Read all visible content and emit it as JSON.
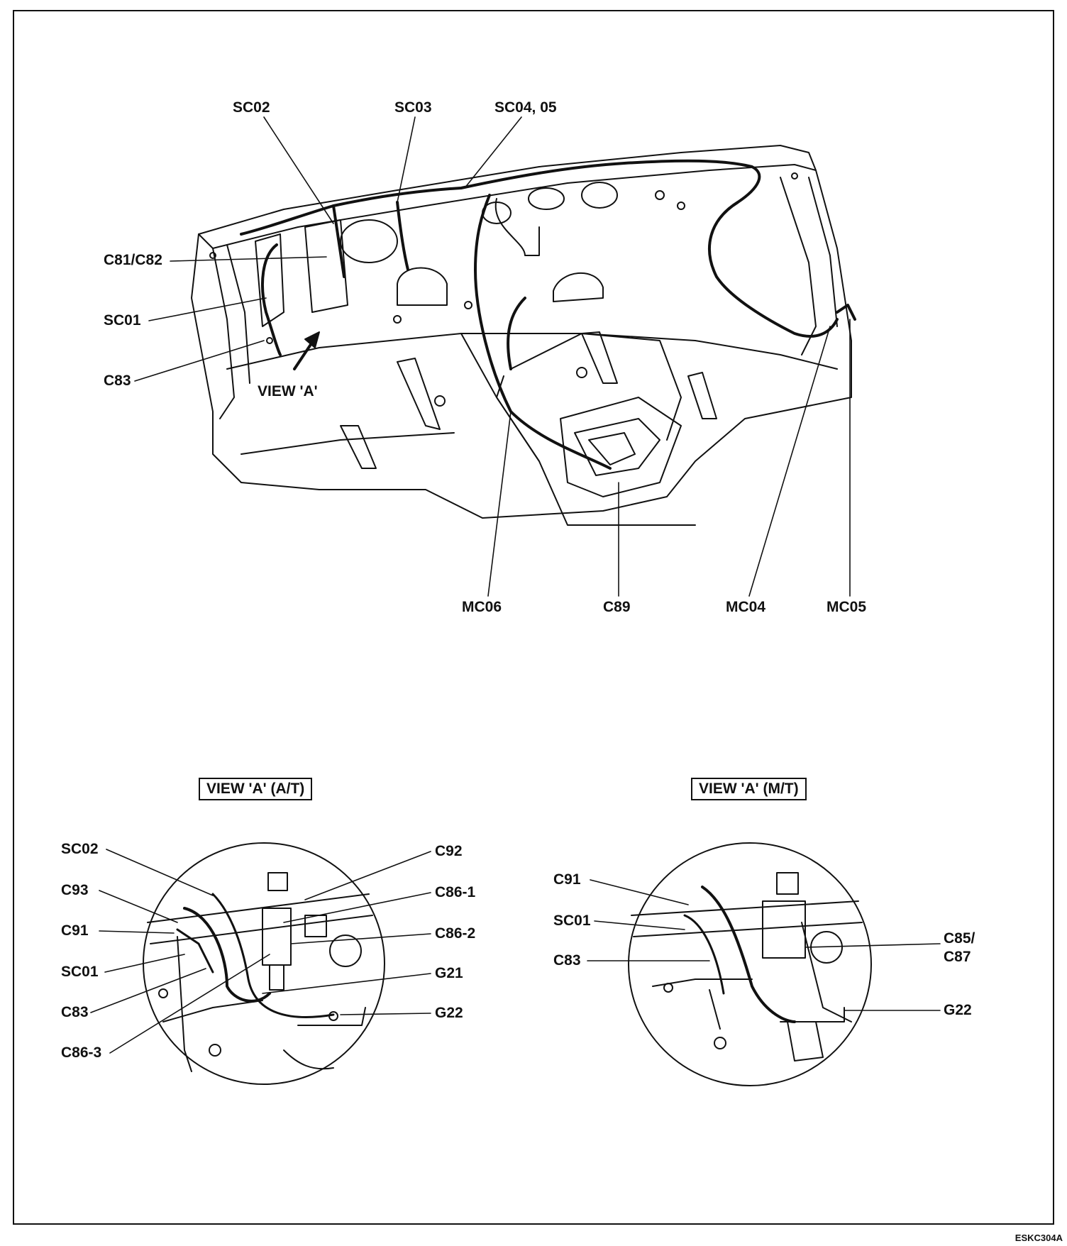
{
  "main_view": {
    "labels": {
      "sc02": "SC02",
      "sc03": "SC03",
      "sc04_05": "SC04, 05",
      "c81_c82": "C81/C82",
      "sc01": "SC01",
      "c83": "C83",
      "view_a": "VIEW 'A'",
      "mc06": "MC06",
      "c89": "C89",
      "mc04": "MC04",
      "mc05": "MC05"
    }
  },
  "detail_at": {
    "title": "VIEW 'A' (A/T)",
    "labels": {
      "sc02": "SC02",
      "c93": "C93",
      "c91": "C91",
      "sc01": "SC01",
      "c83": "C83",
      "c86_3": "C86-3",
      "c92": "C92",
      "c86_1": "C86-1",
      "c86_2": "C86-2",
      "g21": "G21",
      "g22": "G22"
    }
  },
  "detail_mt": {
    "title": "VIEW 'A' (M/T)",
    "labels": {
      "c91": "C91",
      "sc01": "SC01",
      "c83": "C83",
      "c85_c87_line1": "C85/",
      "c85_c87_line2": "C87",
      "g22": "G22"
    }
  },
  "figure_code": "ESKC304A"
}
